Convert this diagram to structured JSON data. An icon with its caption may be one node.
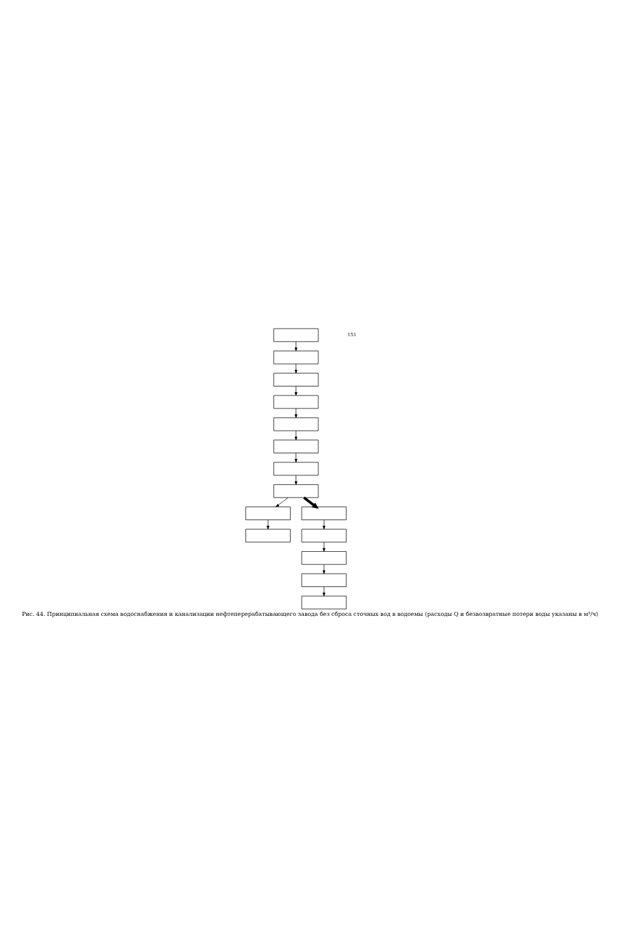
{
  "diagram": {
    "caption": "Рис. 44. Принципиальная схема водоснабжения и канализации нефтеперерабатывающего завода без сброса сточных вод в водоемы (расходы Q и безвозвратные потери воды указаны в м³/ч)",
    "nodes": [
      {
        "text": [],
        "shape": "box"
      },
      {
        "text": [],
        "shape": "box"
      },
      {
        "text": [],
        "shape": "box"
      },
      {
        "text": [],
        "shape": "box"
      },
      {
        "text": [],
        "shape": "box"
      },
      {
        "text": [],
        "shape": "box"
      },
      {
        "text": [],
        "shape": "box"
      },
      {
        "text": [],
        "shape": "box"
      },
      {
        "text": [],
        "shape": "box"
      },
      {
        "text": [],
        "shape": "box"
      },
      {
        "text": [],
        "shape": "box"
      },
      {
        "text": [],
        "shape": "box"
      },
      {
        "text": [],
        "shape": "box"
      },
      {
        "text": [],
        "shape": "box"
      },
      {
        "text": [],
        "shape": "box"
      }
    ],
    "edges": [
      {
        "from": 0,
        "to": 1,
        "arrow": "to"
      },
      {
        "from": 1,
        "to": 2,
        "arrow": "to"
      },
      {
        "from": 2,
        "to": 3,
        "arrow": "to"
      },
      {
        "from": 3,
        "to": 4,
        "arrow": "to"
      },
      {
        "from": 4,
        "to": 5,
        "arrow": "to"
      },
      {
        "from": 5,
        "to": 6,
        "arrow": "to"
      },
      {
        "from": 6,
        "to": 7,
        "arrow": "to"
      },
      {
        "from": 7,
        "to": 8,
        "arrow": "to"
      },
      {
        "from": 8,
        "to": 9,
        "arrow": "to"
      },
      {
        "from": 7,
        "to": 10,
        "arrow": "to",
        "style": "thick"
      },
      {
        "from": 10,
        "to": 11,
        "arrow": "to"
      },
      {
        "from": 11,
        "to": 12,
        "arrow": "to"
      },
      {
        "from": 12,
        "to": 13,
        "arrow": "to"
      },
      {
        "from": 13,
        "to": 14,
        "arrow": "to"
      }
    ],
    "labels": [
      "151"
    ]
  }
}
